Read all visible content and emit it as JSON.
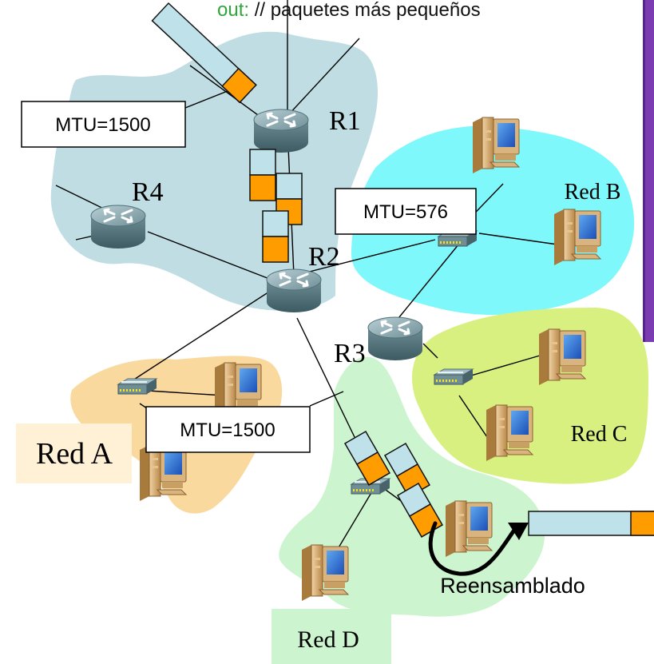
{
  "caption_prefix": "out:",
  "caption_rest": " // paquetes más pequeños",
  "colors": {
    "cloud_main": "#bfdde3",
    "red_b": "#7ff8fb",
    "red_c": "#d8f080",
    "red_a": "#f9d99d",
    "red_d": "#ccf5cf",
    "packet_body": "#bfe2ea",
    "packet_header": "#ff9c00",
    "purple_bar": "#7a3cb0"
  },
  "mtu_labels": {
    "top_left": "MTU=1500",
    "center": "MTU=576",
    "bottom": "MTU=1500"
  },
  "routers": {
    "r1": "R1",
    "r2": "R2",
    "r3": "R3",
    "r4": "R4"
  },
  "networks": {
    "a": "Red A",
    "b": "Red B",
    "c": "Red C",
    "d": "Red D"
  },
  "reassembly_label": "Reensamblado",
  "icons": [
    "router-icon",
    "switch-icon",
    "computer-icon",
    "packet-icon",
    "curved-arrow-icon"
  ]
}
